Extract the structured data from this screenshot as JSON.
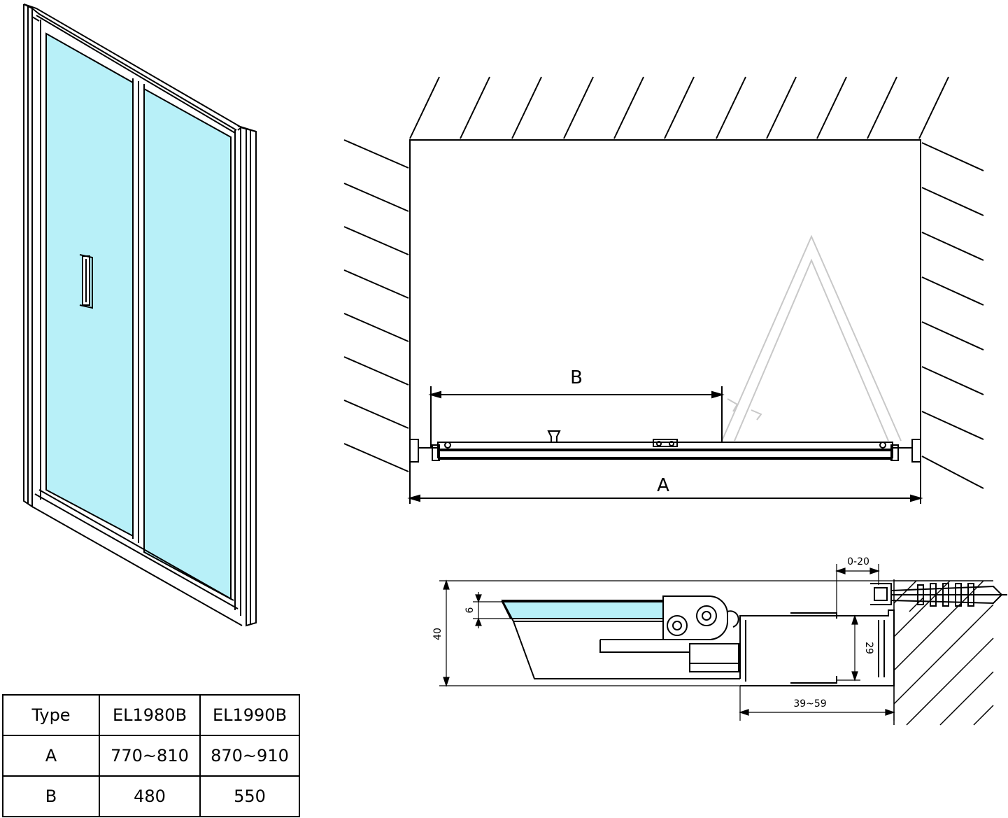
{
  "plan_view": {
    "dimension_a": "A",
    "dimension_b": "B"
  },
  "section_detail": {
    "dim_adjust": "0-20",
    "dim_glass": "6",
    "dim_height": "40",
    "dim_profile": "29",
    "dim_range": "39~59"
  },
  "spec_table": {
    "headers": [
      "Type",
      "EL1980B",
      "EL1990B"
    ],
    "rows": [
      {
        "label": "A",
        "values": [
          "770~810",
          "870~910"
        ]
      },
      {
        "label": "B",
        "values": [
          "480",
          "550"
        ]
      }
    ]
  },
  "colors": {
    "glass": "#b8f0f8",
    "line": "#000000",
    "ghost": "#c8c8c8"
  }
}
